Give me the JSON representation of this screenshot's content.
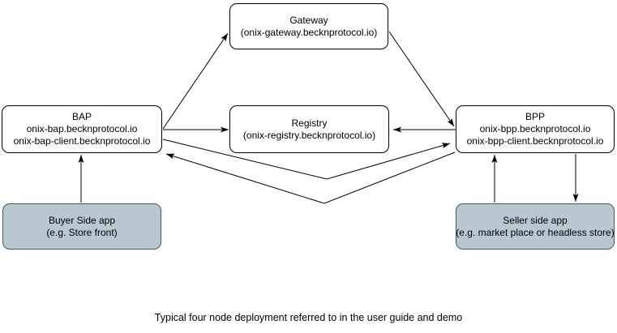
{
  "nodes": {
    "gateway": {
      "lines": [
        "Gateway",
        "(onix-gateway.becknprotocol.io)"
      ]
    },
    "bap": {
      "lines": [
        "BAP",
        "onix-bap.becknprotocol.io",
        "onix-bap-client.becknprotocol.io"
      ]
    },
    "registry": {
      "lines": [
        "Registry",
        "(onix-registry.becknprotocol.io)"
      ]
    },
    "bpp": {
      "lines": [
        "BPP",
        "onix-bpp.becknprotocol.io",
        "onix-bpp-client.becknprotocol.io"
      ]
    },
    "buyer_app": {
      "lines": [
        "Buyer Side app",
        "(e.g. Store front)"
      ]
    },
    "seller_app": {
      "lines": [
        "Seller side app",
        "(e.g. market place or headless store)"
      ]
    }
  },
  "edges": [
    {
      "from": "BAP",
      "to": "Gateway"
    },
    {
      "from": "BAP",
      "to": "Registry"
    },
    {
      "from": "Gateway",
      "to": "BPP"
    },
    {
      "from": "BPP",
      "to": "Registry"
    },
    {
      "from": "BAP",
      "to": "BPP"
    },
    {
      "from": "BPP",
      "to": "BAP"
    },
    {
      "from": "Buyer Side app",
      "to": "BAP"
    },
    {
      "from": "Seller side app",
      "to": "BPP"
    },
    {
      "from": "BPP",
      "to": "Seller side app"
    }
  ],
  "caption": "Typical four node deployment referred to in the user guide and demo",
  "colors": {
    "node_fill": "#ffffff",
    "node_stroke": "#000000",
    "app_fill": "#b9c7d1",
    "app_stroke": "#45596b",
    "edge": "#000000"
  }
}
